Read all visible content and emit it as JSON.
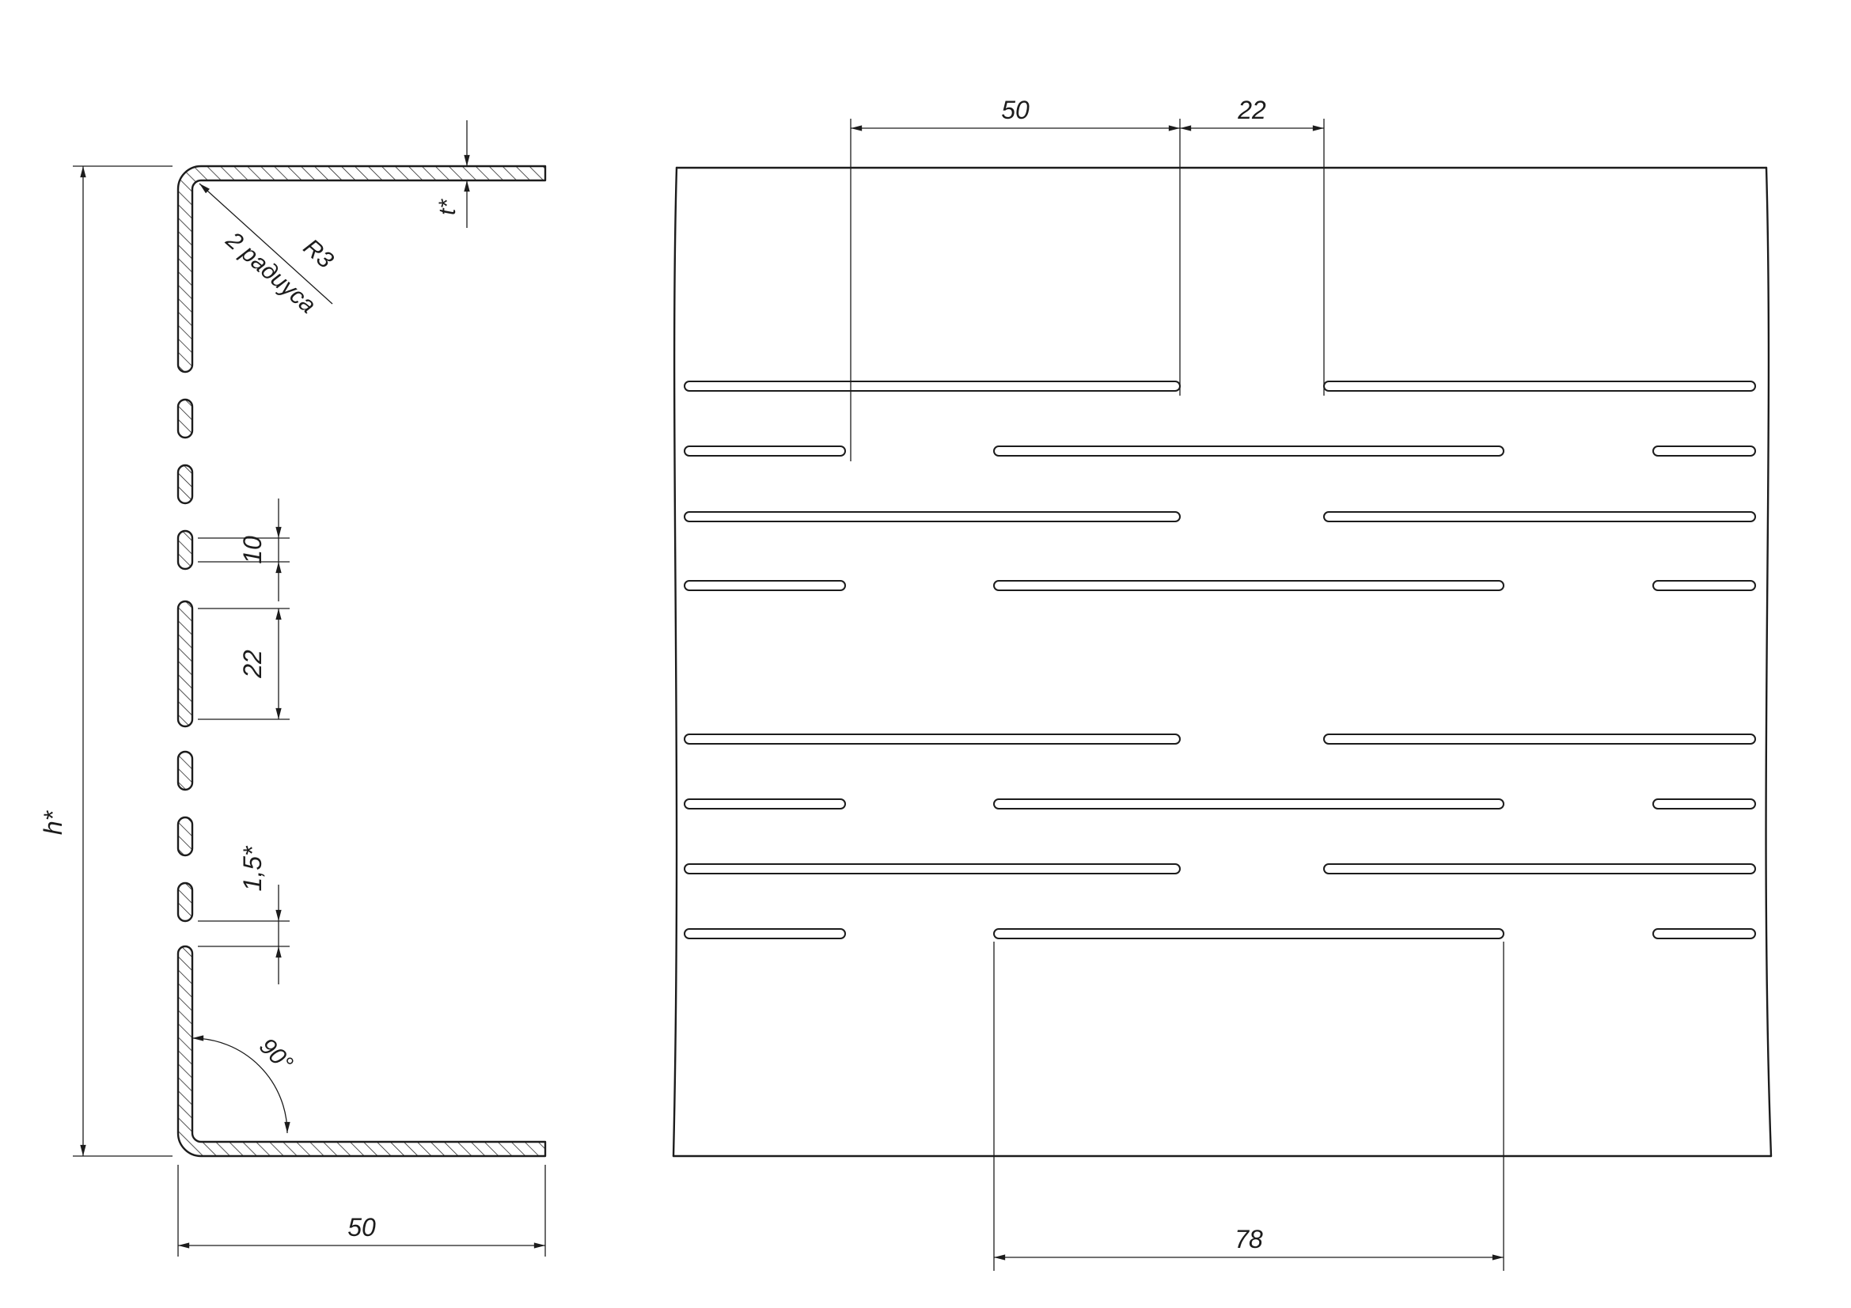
{
  "section_view": {
    "height_label": "h*",
    "width_label": "50",
    "thickness_label": "t*",
    "radius_label": "R3",
    "radius_note": "2 радиуса",
    "slot_height_label": "10",
    "slot_large_label": "22",
    "bridge_label": "1,5*",
    "corner_angle_label": "90°"
  },
  "face_view": {
    "slot_offset_label": "50",
    "slot_gap_label": "22",
    "slot_length_label": "78"
  },
  "colors": {
    "line": "#1c1c1c",
    "background": "#ffffff"
  }
}
